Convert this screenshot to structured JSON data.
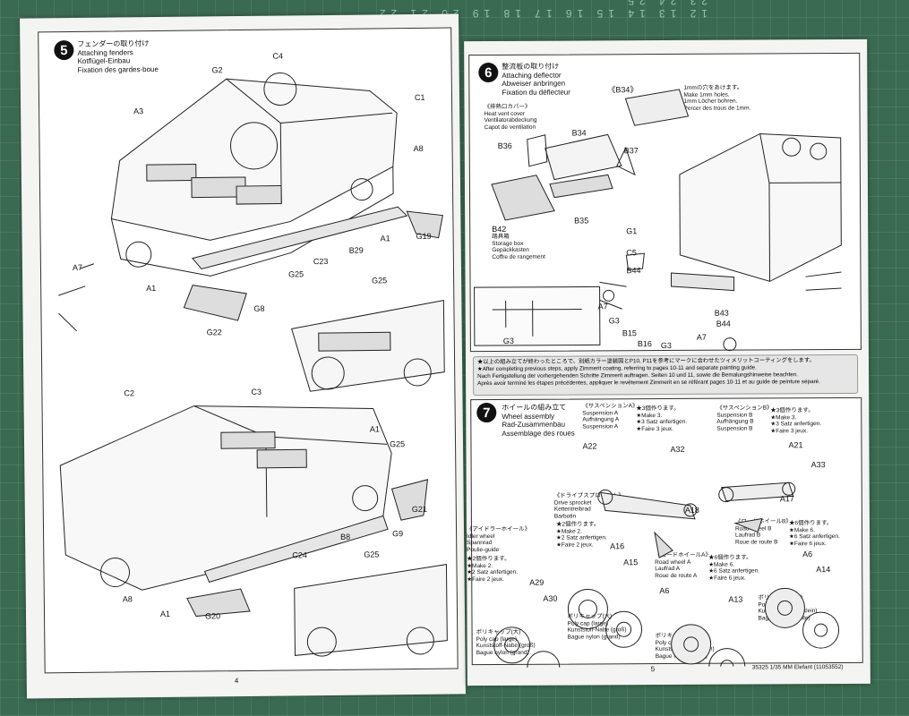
{
  "background": {
    "mat_color": "#3b6a52",
    "ruler_text": "12 13 14 15 16 17 18 19 20 21 22 23 24 25"
  },
  "left_page": {
    "page_number": "4",
    "step5": {
      "number": "5",
      "title_lines": [
        "フェンダーの取り付け",
        "Attaching fenders",
        "Kotflügel-Einbau",
        "Fixation des gardes-boue"
      ]
    },
    "labels_top": [
      "C4",
      "C1",
      "G2",
      "A3",
      "A8",
      "A1",
      "G19",
      "C23",
      "B29",
      "A7",
      "A1",
      "G25",
      "G8",
      "G22",
      "G25"
    ],
    "labels_bottom": [
      "C2",
      "C3",
      "A1",
      "G25",
      "G21",
      "G9",
      "B8",
      "C24",
      "A8",
      "A1",
      "G20",
      "G25"
    ]
  },
  "right_page": {
    "page_number": "5",
    "footer": "35325  1/35 MM Elefant (11053552)",
    "step6": {
      "number": "6",
      "title_lines": [
        "整流板の取り付け",
        "Attaching deflector",
        "Abweiser anbringen",
        "Fixation du déflecteur"
      ],
      "b34_note": "《B34》",
      "vent_lines": [
        "《排熱口カバー》",
        "Heat vent cover",
        "Ventilatorabdeckung",
        "Capot de ventilation"
      ],
      "hole_note": [
        "1mmの穴をあけます。",
        "Make 1mm holes.",
        "1mm Löcher bohren.",
        "Percer des trous de 1mm."
      ],
      "storage_lines": [
        "B42",
        "踏具箱",
        "Storage box",
        "Gepäckkasten",
        "Coffre de rangement"
      ],
      "labels": [
        "B34",
        "B36",
        "B37",
        "B35",
        "G1",
        "C5",
        "B44",
        "A7",
        "G3",
        "B43",
        "B44",
        "B15",
        "B16",
        "A7",
        "G3",
        "G3"
      ]
    },
    "note_lines": [
      "★以上の組み立てが終わったところで、別紙カラー塗装図とP10, P11を参考にマークに合わせたツィメリットコーティングをします。",
      "★After completing previous steps, apply Zimmerit coating, referring to pages 10-11 and separate painting guide.",
      "Nach Fertigstellung der vorhergehenden Schritte Zimmerit auftragen. Seiten 10 und 11, sowie die Bemalungshinweise beachten.",
      "Après avoir terminé les étapes précédentes, appliquer le revêtement Zimmerit en se référant pages 10-11 et au guide de peinture séparé."
    ],
    "step7": {
      "number": "7",
      "title_lines": [
        "ホイールの組み立て",
        "Wheel assembly",
        "Rad-Zusammenbau",
        "Assemblage des roues"
      ],
      "susp_a": [
        "《サスペンションA》",
        "Suspension A",
        "Aufhängung A",
        "Suspension A"
      ],
      "susp_a_make": [
        "★3個作ります。",
        "★Make 3.",
        "★3 Satz anfertigen.",
        "★Faire 3 jeux."
      ],
      "susp_b": [
        "《サスペンションB》",
        "Suspension B",
        "Aufhängung B",
        "Suspension B"
      ],
      "susp_b_make": [
        "★3個作ります。",
        "★Make 3.",
        "★3 Satz anfertigen.",
        "★Faire 3 jeux."
      ],
      "sprocket": [
        "《ドライブスプロケット》",
        "Drive sprocket",
        "Kettentreibrad",
        "Barbotin"
      ],
      "sprocket_make": [
        "★2個作ります。",
        "★Make 2.",
        "★2 Satz anfertigen.",
        "★Faire 2 jeux."
      ],
      "idler": [
        "《アイドラーホイール》",
        "Idler wheel",
        "Spannrad",
        "Poulie-guide"
      ],
      "idler_make": [
        "★2個作ります。",
        "★Make 2.",
        "★2 Satz anfertigen.",
        "★Faire 2 jeux."
      ],
      "road_a": [
        "《ロードホイールA》",
        "Road wheel A",
        "Laufrad A",
        "Roue de route A"
      ],
      "road_a_make": [
        "★6個作ります。",
        "★Make 6.",
        "★6 Satz anfertigen.",
        "★Faire 6 jeux."
      ],
      "road_b": [
        "《ロードホイールB》",
        "Road wheel B",
        "Laufrad B",
        "Roue de route B"
      ],
      "road_b_make": [
        "★6個作ります。",
        "★Make 6.",
        "★6 Satz anfertigen.",
        "★Faire 6 jeux."
      ],
      "polycap_large": [
        "ポリキャップ(大)",
        "Poly cap (large)",
        "Kunststoff-Nabe (groß)",
        "Bague nylon (grand)"
      ],
      "polycap_small": [
        "ポリキャップ(小)",
        "Poly cap (small)",
        "Kunststoff-Nabe (klein)",
        "Bague nylon (petite)"
      ],
      "labels": [
        "A22",
        "A32",
        "A18",
        "A21",
        "A33",
        "A17",
        "A16",
        "A15",
        "A29",
        "A30",
        "A6",
        "A13",
        "A6",
        "A14"
      ]
    }
  }
}
